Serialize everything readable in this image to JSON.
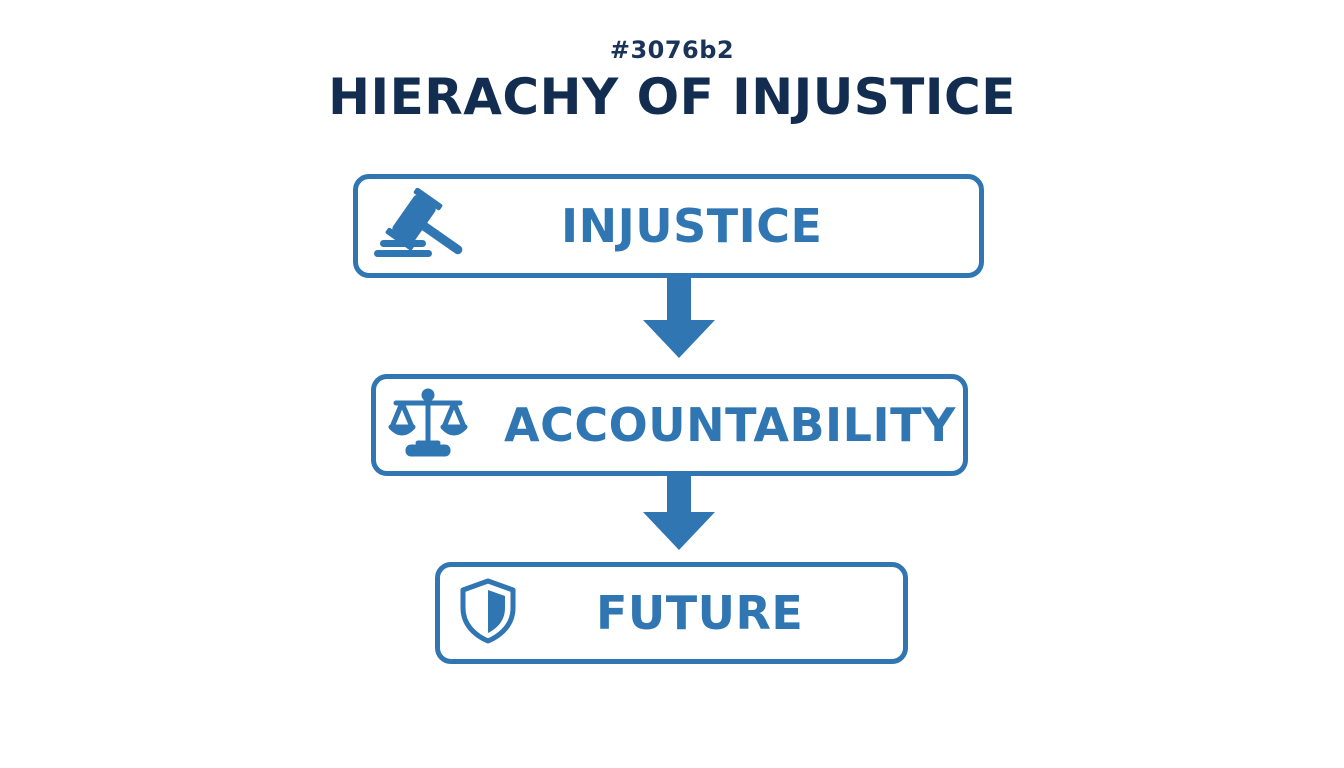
{
  "header": {
    "subtitle": "#3076b2",
    "title": "HIERACHY OF INJUSTICE"
  },
  "colors": {
    "accent": "#3076b2",
    "title": "#132d50"
  },
  "diagram": {
    "nodes": [
      {
        "label": "INJUSTICE",
        "icon": "gavel-icon"
      },
      {
        "label": "ACCOUNTABILITY",
        "icon": "scales-icon"
      },
      {
        "label": "FUTURE",
        "icon": "shield-icon"
      }
    ],
    "edges": [
      {
        "from": "INJUSTICE",
        "to": "ACCOUNTABILITY"
      },
      {
        "from": "ACCOUNTABILITY",
        "to": "FUTURE"
      }
    ]
  }
}
